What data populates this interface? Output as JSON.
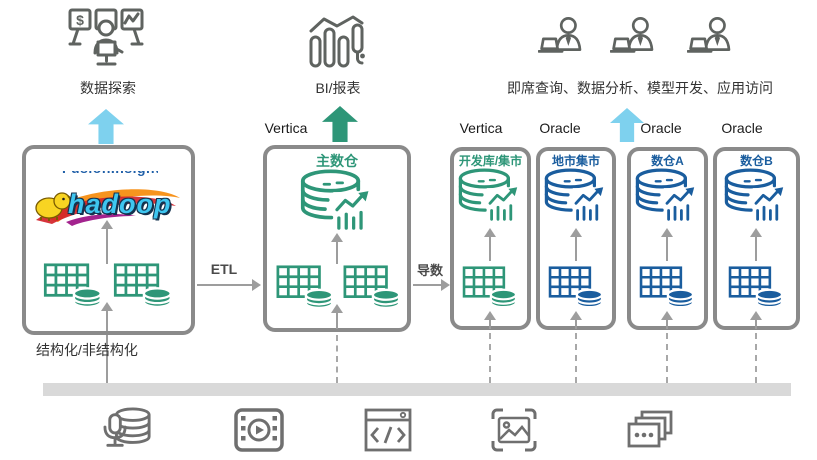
{
  "top": {
    "explore_label": "数据探索",
    "bi_label": "BI/报表",
    "access_label": "即席查询、数据分析、模型开发、应用访问"
  },
  "db_labels": {
    "main": "Vertica",
    "dev": "Vertica",
    "city": "Oracle",
    "a": "Oracle",
    "b": "Oracle"
  },
  "boxes": {
    "hadoop": {
      "brand": "FusionInsight",
      "logo_text": "hadoop",
      "caption": "结构化/非结构化"
    },
    "main": {
      "title": "主数仓"
    },
    "dev": {
      "title": "开发库/集市"
    },
    "city": {
      "title": "地市集市"
    },
    "a": {
      "title": "数仓A"
    },
    "b": {
      "title": "数仓B"
    }
  },
  "flows": {
    "etl": "ETL",
    "export": "导数"
  },
  "icons": {
    "top": [
      "analyst-workstation-icon",
      "bar-chart-icon",
      "user-laptop-icon",
      "user-laptop-icon",
      "user-laptop-icon"
    ],
    "in_boxes": [
      "hadoop-elephant-icon",
      "table-db-icon",
      "warehouse-db-chart-icon"
    ],
    "sources": [
      "audio-db-icon",
      "video-icon",
      "code-page-icon",
      "image-icon",
      "cards-icon"
    ]
  },
  "colors": {
    "green": "#2E9678",
    "blue": "#1A5D9E",
    "arrow_blue": "#7ED1EE",
    "line_gray": "#9D9D9D",
    "bar_gray": "#D9D9D9",
    "border_gray": "#8A8A8A",
    "icon_gray": "#5F6360",
    "source_icon_gray": "#6F6F6F",
    "hadoop_blue": "#3EC6F0",
    "fusion_blue": "#1F5FA8"
  }
}
